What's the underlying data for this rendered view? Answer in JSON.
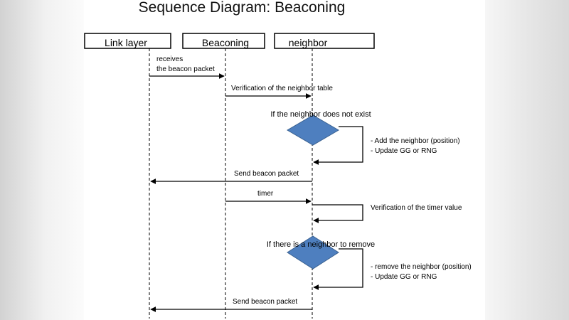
{
  "title": "Sequence Diagram: Beaconing",
  "lifelines": {
    "link_layer": "Link layer",
    "beaconing": "Beaconing",
    "neighbor": "neighbor"
  },
  "messages": {
    "receives_line1": "receives",
    "receives_line2": "the beacon packet",
    "verify_table": "Verification of the neighbor  table",
    "cond_not_exist": "If the neighbor does not exist",
    "add_neighbor": "- Add the neighbor (position)",
    "update_gg_1": "- Update GG or RNG",
    "send_beacon_1": "Send beacon packet",
    "timer": "timer",
    "verify_timer": "Verification of the timer value",
    "cond_remove": "If there is a neighbor to  remove",
    "remove_neighbor": "- remove the neighbor (position)",
    "update_gg_2": "- Update GG or RNG",
    "send_beacon_2": "Send beacon packet"
  },
  "colors": {
    "diamond_fill": "#4e7fbf",
    "diamond_stroke": "#3a6190",
    "line": "#000000"
  }
}
